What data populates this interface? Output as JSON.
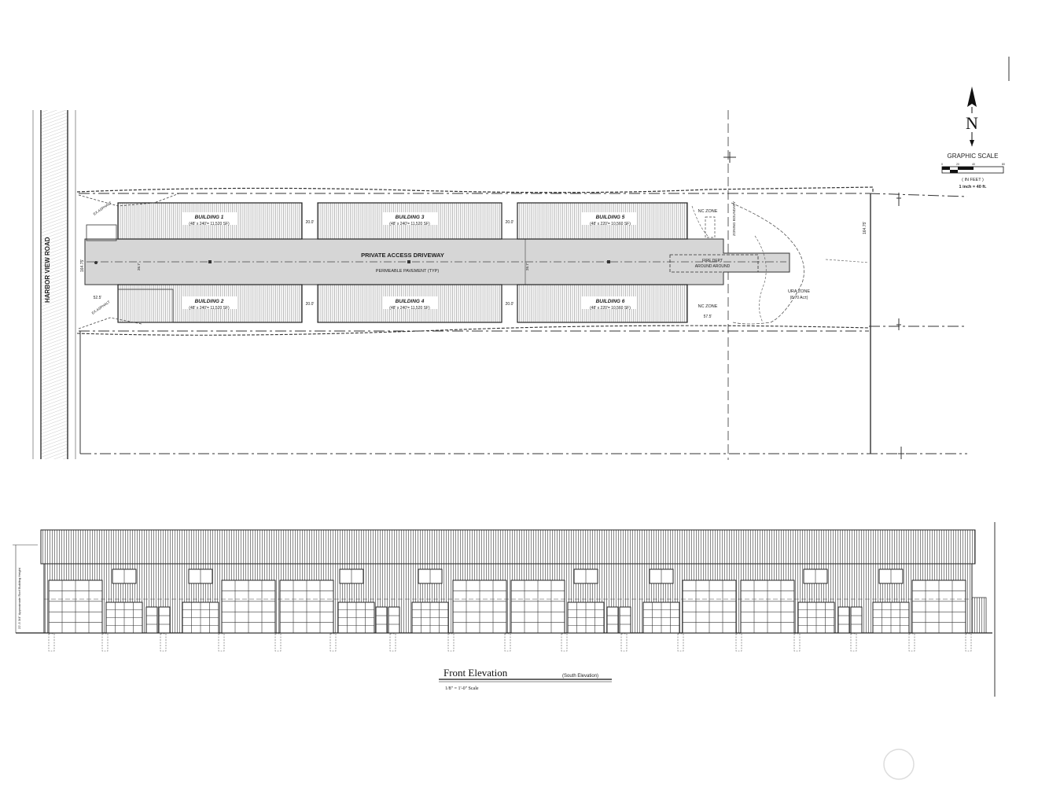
{
  "site_plan": {
    "road_label": "HARBOR VIEW ROAD",
    "driveway_label": "PRIVATE ACCESS DRIVEWAY",
    "pavement_label": "PERMEABLE PAVEMENT (TYP)",
    "buildings": [
      {
        "name": "BUILDING 1",
        "size": "(48' x 240'= 11,520 SF)"
      },
      {
        "name": "BUILDING 3",
        "size": "(48' x 240'= 11,520 SF)"
      },
      {
        "name": "BUILDING 5",
        "size": "(48' x 220'= 10,560 SF)"
      },
      {
        "name": "BUILDING 2",
        "size": "(48' x 240'= 11,520 SF)"
      },
      {
        "name": "BUILDING 4",
        "size": "(48' x 240'= 11,520 SF)"
      },
      {
        "name": "BUILDING 6",
        "size": "(48' x 220'= 10,560 SF)"
      }
    ],
    "zones": {
      "nc_top": "NC ZONE",
      "nc_bottom": "NC ZONE",
      "ura": "URA ZONE",
      "ura_area": "(8.70 Ac±)",
      "zoning_boundary": "ZONING BOUNDARY"
    },
    "fire_turnaround": [
      "FIRE DEPT",
      "AROUND AROUND"
    ],
    "asphalt_labels": [
      "EX ASPHALT",
      "EX ASPHALT"
    ],
    "dims": {
      "gap_top_1": "20.0'",
      "gap_top_2": "20.0'",
      "gap_bot_1": "20.0'",
      "gap_bot_2": "20.0'",
      "left_offset": "52.5'",
      "right_setback": "57.5'",
      "width_left": "164.75'",
      "width_right": "164.75'",
      "drive_w_1": "26.7'",
      "drive_w_2": "26.7'"
    }
  },
  "north_arrow": {
    "letter": "N",
    "scale_title": "GRAPHIC SCALE",
    "scale_ticks": [
      "0",
      "20",
      "40",
      "80"
    ],
    "units": "( IN FEET )",
    "ratio": "1 inch = 40 ft."
  },
  "elevation": {
    "title": "Front Elevation",
    "subtitle": "(South Elevation)",
    "scale": "1/8\" = 1'-0\" Scale",
    "height_note": "22'-5 3/4\" Approximate Roof Building Height"
  }
}
